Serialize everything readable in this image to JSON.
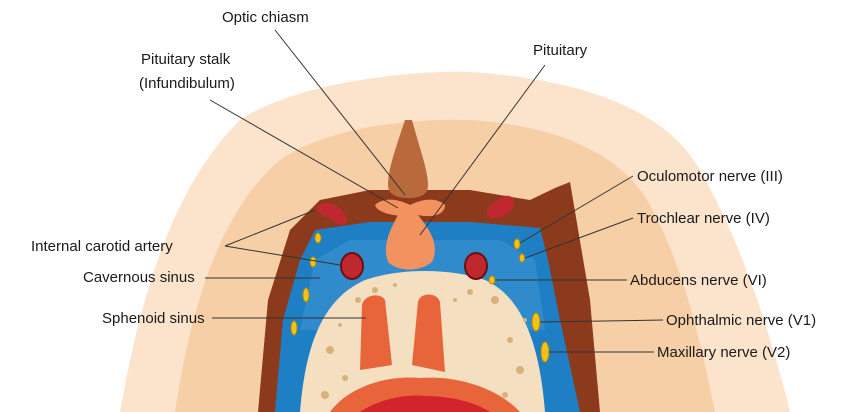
{
  "labels": {
    "optic_chiasm": "Optic chiasm",
    "pituitary_stalk_line1": "Pituitary stalk",
    "pituitary_stalk_line2": "(Infundibulum)",
    "pituitary": "Pituitary",
    "internal_carotid_artery": "Internal carotid artery",
    "cavernous_sinus": "Cavernous sinus",
    "sphenoid_sinus": "Sphenoid sinus",
    "oculomotor_nerve": "Oculomotor nerve (III)",
    "trochlear_nerve": "Trochlear nerve (IV)",
    "abducens_nerve": "Abducens nerve (VI)",
    "ophthalmic_nerve": "Ophthalmic nerve (V1)",
    "maxillary_nerve": "Maxillary nerve (V2)"
  },
  "colors": {
    "outer_tissue": "#fbe3cc",
    "inner_tissue": "#f7cfa7",
    "dura": "#8c3a1c",
    "sinus": "#1f7fc4",
    "sinus_light": "#4fa3df",
    "bone": "#f4dfc0",
    "bone_dot": "#d7b27a",
    "pituitary": "#f2935f",
    "chiasm": "#b96a3c",
    "artery": "#c0282f",
    "nerve": "#f2c21b",
    "sphenoid_cavity": "#e8643a"
  }
}
